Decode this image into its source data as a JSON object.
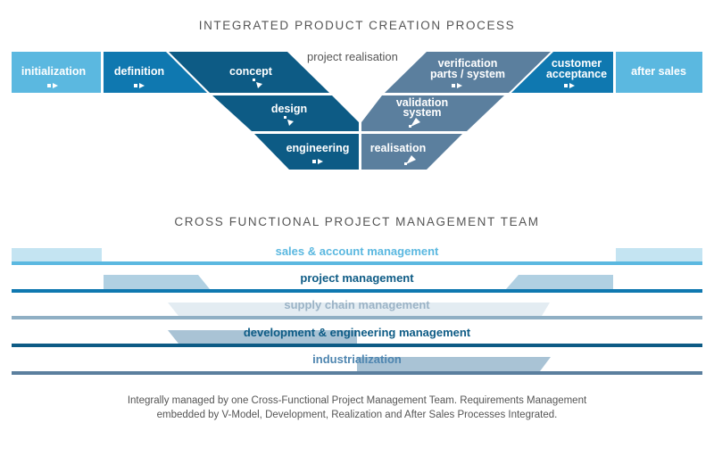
{
  "top_title": "INTEGRATED PRODUCT CREATION PROCESS",
  "center_annotation": "project realisation",
  "stages": {
    "initialization": "initialization",
    "definition": "definition",
    "concept": "concept",
    "design": "design",
    "engineering": "engineering",
    "realisation": "realisation",
    "validation_1": "validation",
    "validation_2": "system",
    "verification_1": "verification",
    "verification_2": "parts / system",
    "customer_1": "customer",
    "customer_2": "acceptance",
    "after_sales": "after sales"
  },
  "bottom_title": "CROSS FUNCTIONAL PROJECT MANAGEMENT TEAM",
  "bands": {
    "sales": "sales & account management",
    "project": "project management",
    "supply": "supply chain management",
    "development": "development & engineering management",
    "industrialization": "industrialization"
  },
  "footer": {
    "line1": "Integrally managed by one Cross-Functional Project Management Team. Requirements Management",
    "line2": "embedded by V-Model, Development, Realization and After Sales Processes Integrated."
  },
  "colors": {
    "light_blue": "#5bb8e0",
    "mid_blue": "#0f78b0",
    "dark_blue": "#0d5b85",
    "slate": "#5b7f9e",
    "pale_blue": "#c4e4f2",
    "pale_gray": "#e3ecf2"
  },
  "icons": [
    "arrow-right-icon",
    "arrow-diagonal-down-icon",
    "arrow-diagonal-up-icon"
  ]
}
